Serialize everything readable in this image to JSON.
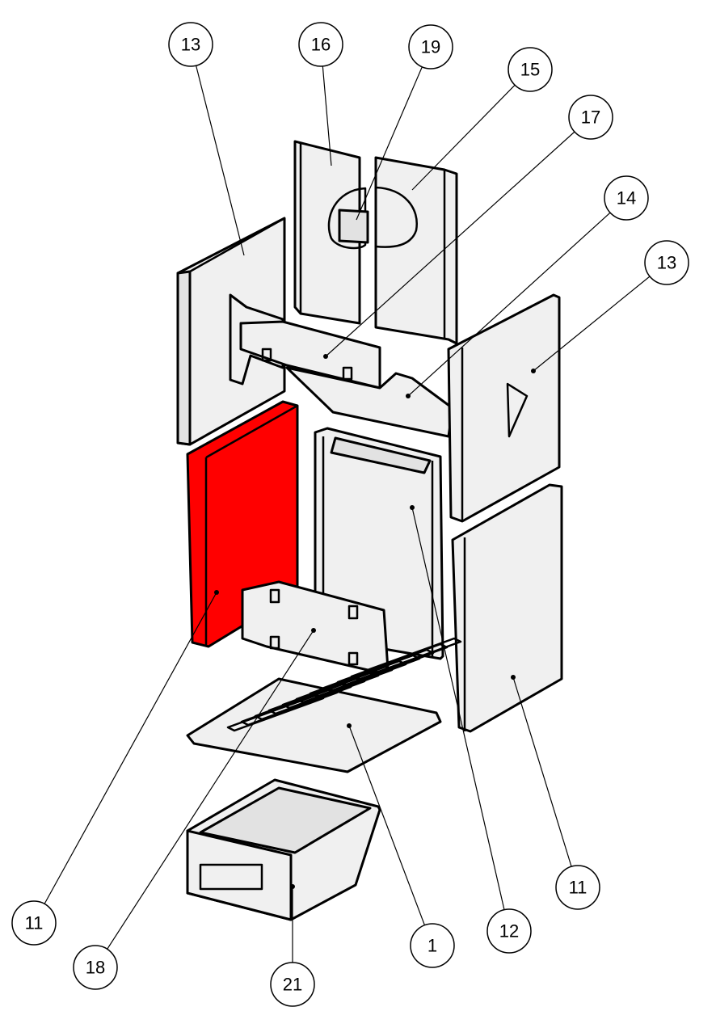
{
  "diagram": {
    "highlight_color": "#ff0000",
    "callouts": [
      {
        "id": "c13a",
        "label": "13"
      },
      {
        "id": "c16",
        "label": "16"
      },
      {
        "id": "c19",
        "label": "19"
      },
      {
        "id": "c15",
        "label": "15"
      },
      {
        "id": "c17",
        "label": "17"
      },
      {
        "id": "c14",
        "label": "14"
      },
      {
        "id": "c13b",
        "label": "13"
      },
      {
        "id": "c11a",
        "label": "11"
      },
      {
        "id": "c11b",
        "label": "11"
      },
      {
        "id": "c18",
        "label": "18"
      },
      {
        "id": "c21",
        "label": "21"
      },
      {
        "id": "c1",
        "label": "1"
      },
      {
        "id": "c12",
        "label": "12"
      }
    ]
  }
}
